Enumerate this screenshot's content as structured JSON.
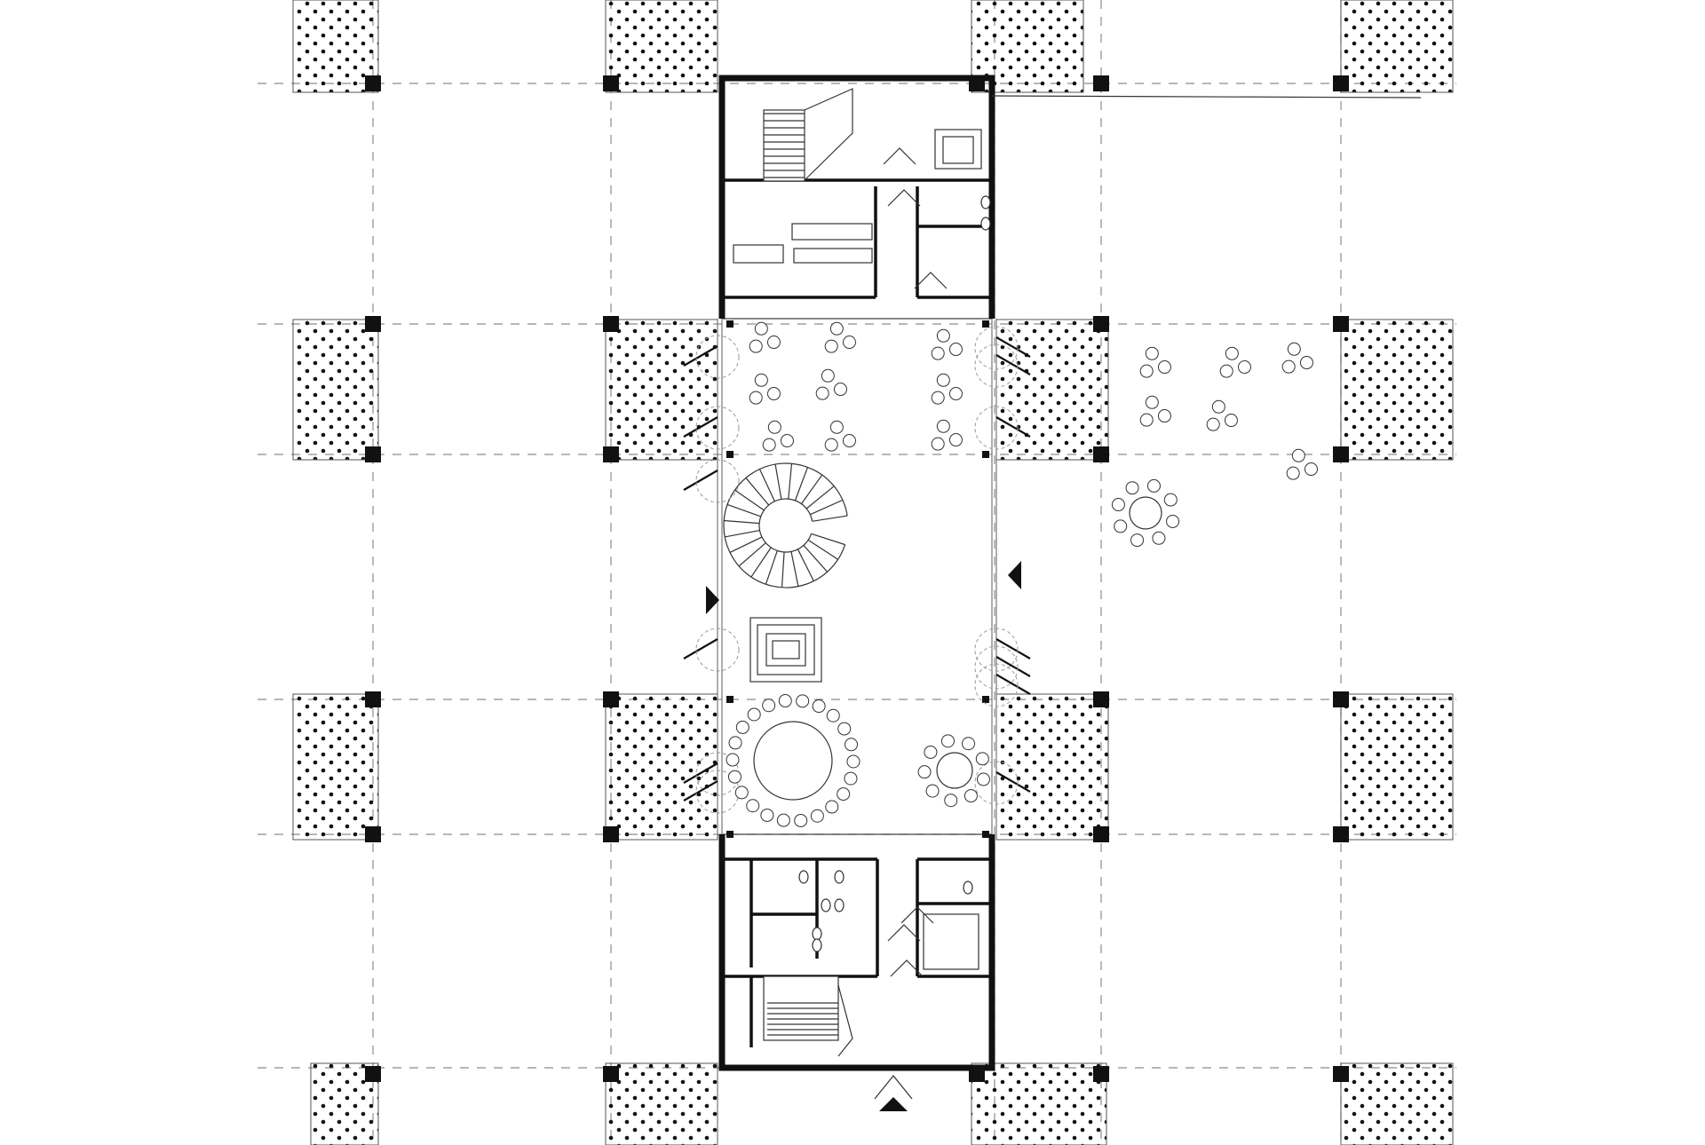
{
  "drawing": {
    "colors": {
      "line": "#111111",
      "grid": "#8c8c8c",
      "planter_dots": "#111111",
      "background": "#ffffff"
    },
    "symbols": [
      "structural-grid",
      "planter-bed",
      "column",
      "staircase",
      "spiral-staircase",
      "elevator",
      "door-swing",
      "round-table-with-chairs",
      "entrance-arrow"
    ]
  }
}
